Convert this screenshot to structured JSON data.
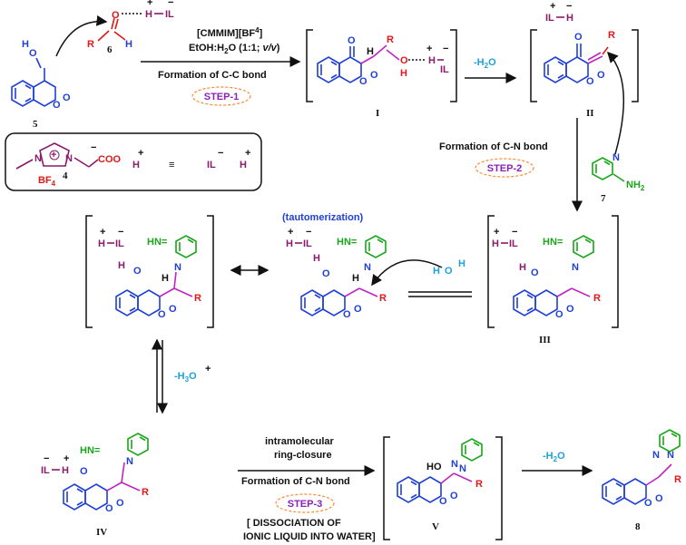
{
  "reagents": {
    "catalyst": "[CMMIM][BF",
    "catalyst_sup": "4",
    "catalyst_end": "]",
    "solvent": "EtOH:H",
    "solvent_sub": "2",
    "solvent_mid": "O (1:1; ",
    "solvent_ital": "v/v",
    "solvent_end": ")"
  },
  "steps": {
    "step1_caption": "Formation of C-C bond",
    "step1_label": "STEP-1",
    "step2_caption": "Formation of C-N bond",
    "step2_label": "STEP-2",
    "step3_line1": "intramolecular",
    "step3_line2": "ring-closure",
    "step3_caption": "Formation of C-N bond",
    "step3_label": "STEP-3",
    "step3_note1": "[ DISSOCIATION OF",
    "step3_note2": "IONIC LIQUID INTO WATER]"
  },
  "tautomerization": "(tautomerization)",
  "eliminations": {
    "water1": "-H",
    "water1_sub": "2",
    "water1_end": "O",
    "hydronium": "-H",
    "hydronium_sub": "3",
    "hydronium_end": "O",
    "water2": "-H",
    "water2_sub": "2",
    "water2_end": "O"
  },
  "compound_labels": {
    "c5": "5",
    "c6": "6",
    "c7": "7",
    "c4": "4",
    "c8": "8",
    "int1": "I",
    "int2": "II",
    "int3": "III",
    "int4": "IV",
    "int5": "V"
  },
  "atoms": {
    "O": "O",
    "H": "H",
    "R": "R",
    "N": "N",
    "HO": "HO",
    "IL": "IL",
    "HN": "HN=",
    "NH": "NH",
    "NH_sub": "2",
    "coo": "COO",
    "bf": "BF",
    "bf_sub": "4",
    "plus": "+",
    "minus": "−",
    "equiv": "≡"
  },
  "colors": {
    "coumarin": "#1f3fd6",
    "pyridine": "#1aa51a",
    "linker": "#c025c0",
    "ionic_liquid": "#8a1a6a",
    "aldehyde": "#e01818",
    "water": "#1da1d6",
    "step_label": "#8a22b8"
  }
}
